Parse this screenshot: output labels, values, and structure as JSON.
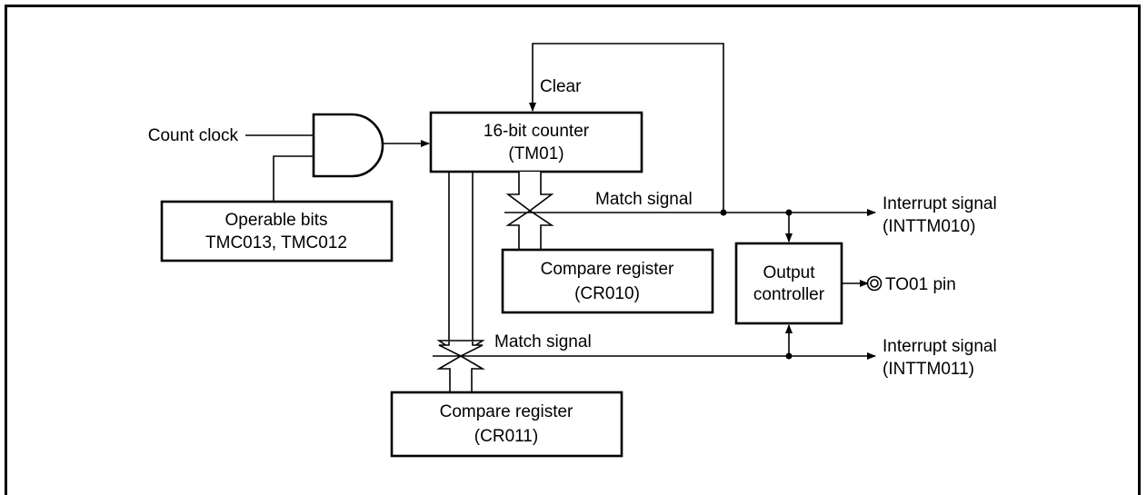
{
  "labels": {
    "count_clock": "Count clock",
    "clear": "Clear",
    "counter_line1": "16-bit counter",
    "counter_line2": "(TM01)",
    "operable_line1": "Operable bits",
    "operable_line2": "TMC013, TMC012",
    "match_signal_top": "Match signal",
    "match_signal_bottom": "Match signal",
    "cr010_line1": "Compare register",
    "cr010_line2": "(CR010)",
    "cr011_line1": "Compare register",
    "cr011_line2": "(CR011)",
    "output_line1": "Output",
    "output_line2": "controller",
    "pin": "TO01 pin",
    "int0_line1": "Interrupt signal",
    "int0_line2": "(INTTM010)",
    "int1_line1": "Interrupt signal",
    "int1_line2": "(INTTM011)"
  }
}
